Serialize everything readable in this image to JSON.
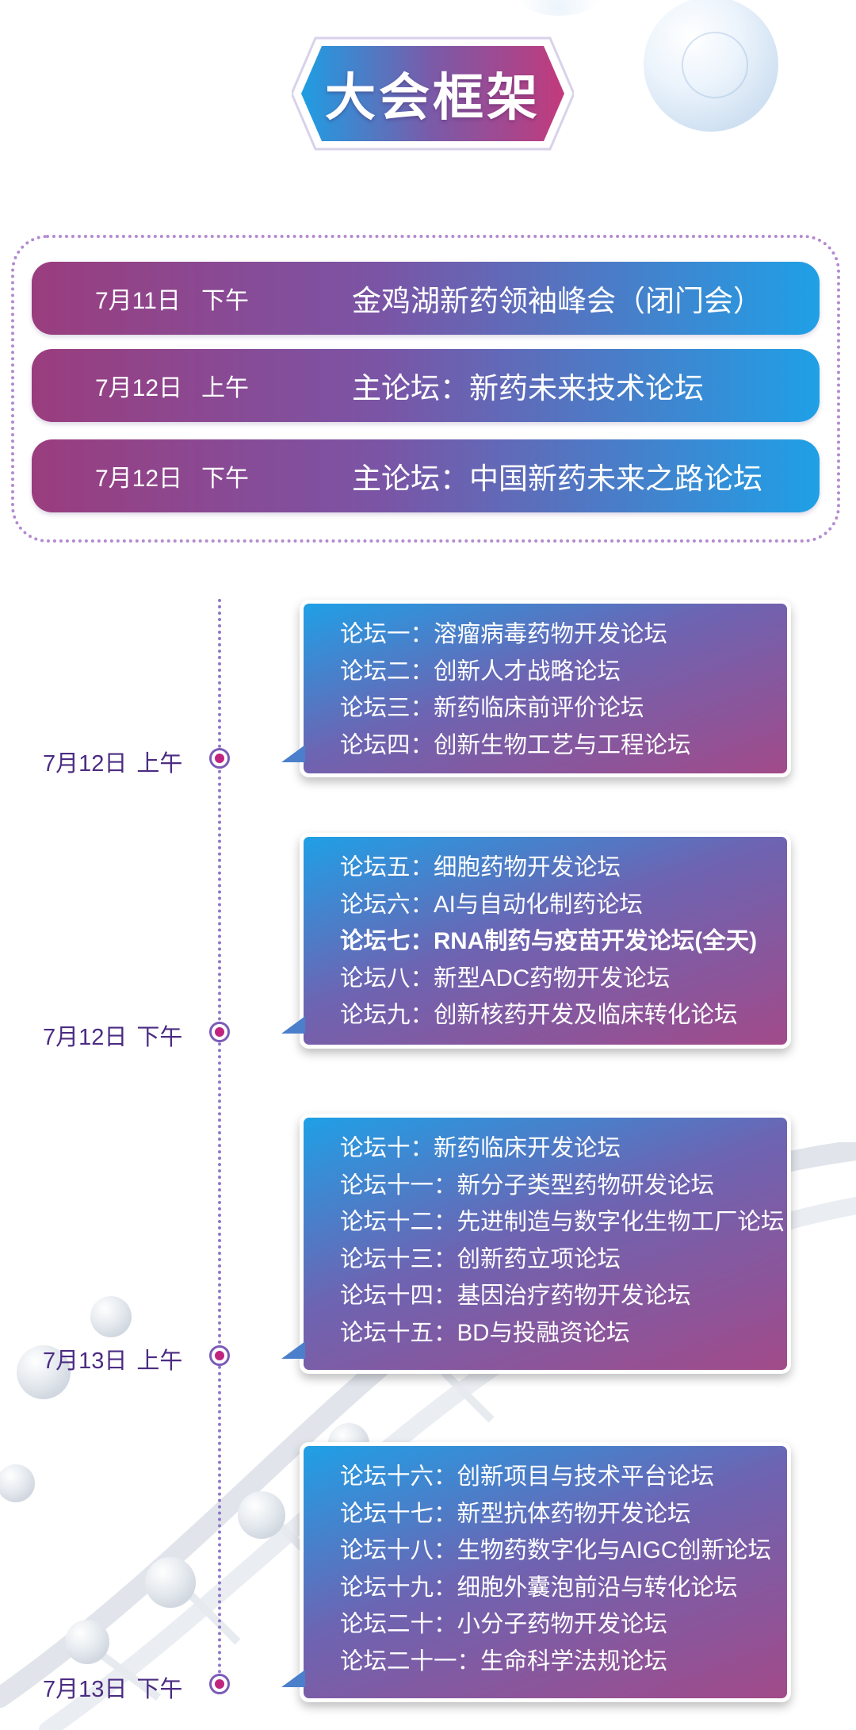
{
  "title": "大会框架",
  "main_sessions": [
    {
      "date": "7月11日",
      "period": "下午",
      "name": "金鸡湖新药领袖峰会（闭门会）"
    },
    {
      "date": "7月12日",
      "period": "上午",
      "name": "主论坛：新药未来技术论坛"
    },
    {
      "date": "7月12日",
      "period": "下午",
      "name": "主论坛：中国新药未来之路论坛"
    }
  ],
  "timeline": [
    {
      "date": "7月12日",
      "period": "上午",
      "forums": [
        {
          "label": "论坛一：溶瘤病毒药物开发论坛"
        },
        {
          "label": "论坛二：创新人才战略论坛"
        },
        {
          "label": "论坛三：新药临床前评价论坛"
        },
        {
          "label": "论坛四：创新生物工艺与工程论坛"
        }
      ]
    },
    {
      "date": "7月12日",
      "period": "下午",
      "forums": [
        {
          "label": "论坛五：细胞药物开发论坛"
        },
        {
          "label": "论坛六：AI与自动化制药论坛"
        },
        {
          "label": "论坛七：RNA制药与疫苗开发论坛(全天)",
          "highlight": true
        },
        {
          "label": "论坛八：新型ADC药物开发论坛"
        },
        {
          "label": "论坛九：创新核药开发及临床转化论坛"
        }
      ]
    },
    {
      "date": "7月13日",
      "period": "上午",
      "forums": [
        {
          "label": "论坛十：新药临床开发论坛"
        },
        {
          "label": "论坛十一：新分子类型药物研发论坛"
        },
        {
          "label": "论坛十二：先进制造与数字化生物工厂论坛"
        },
        {
          "label": "论坛十三：创新药立项论坛"
        },
        {
          "label": "论坛十四：基因治疗药物开发论坛"
        },
        {
          "label": "论坛十五：BD与投融资论坛"
        }
      ]
    },
    {
      "date": "7月13日",
      "period": "下午",
      "forums": [
        {
          "label": "论坛十六：创新项目与技术平台论坛"
        },
        {
          "label": "论坛十七：新型抗体药物开发论坛"
        },
        {
          "label": "论坛十八：生物药数字化与AIGC创新论坛"
        },
        {
          "label": "论坛十九：细胞外囊泡前沿与转化论坛"
        },
        {
          "label": "论坛二十：小分子药物开发论坛"
        },
        {
          "label": "论坛二十一：生命科学法规论坛"
        }
      ]
    }
  ]
}
